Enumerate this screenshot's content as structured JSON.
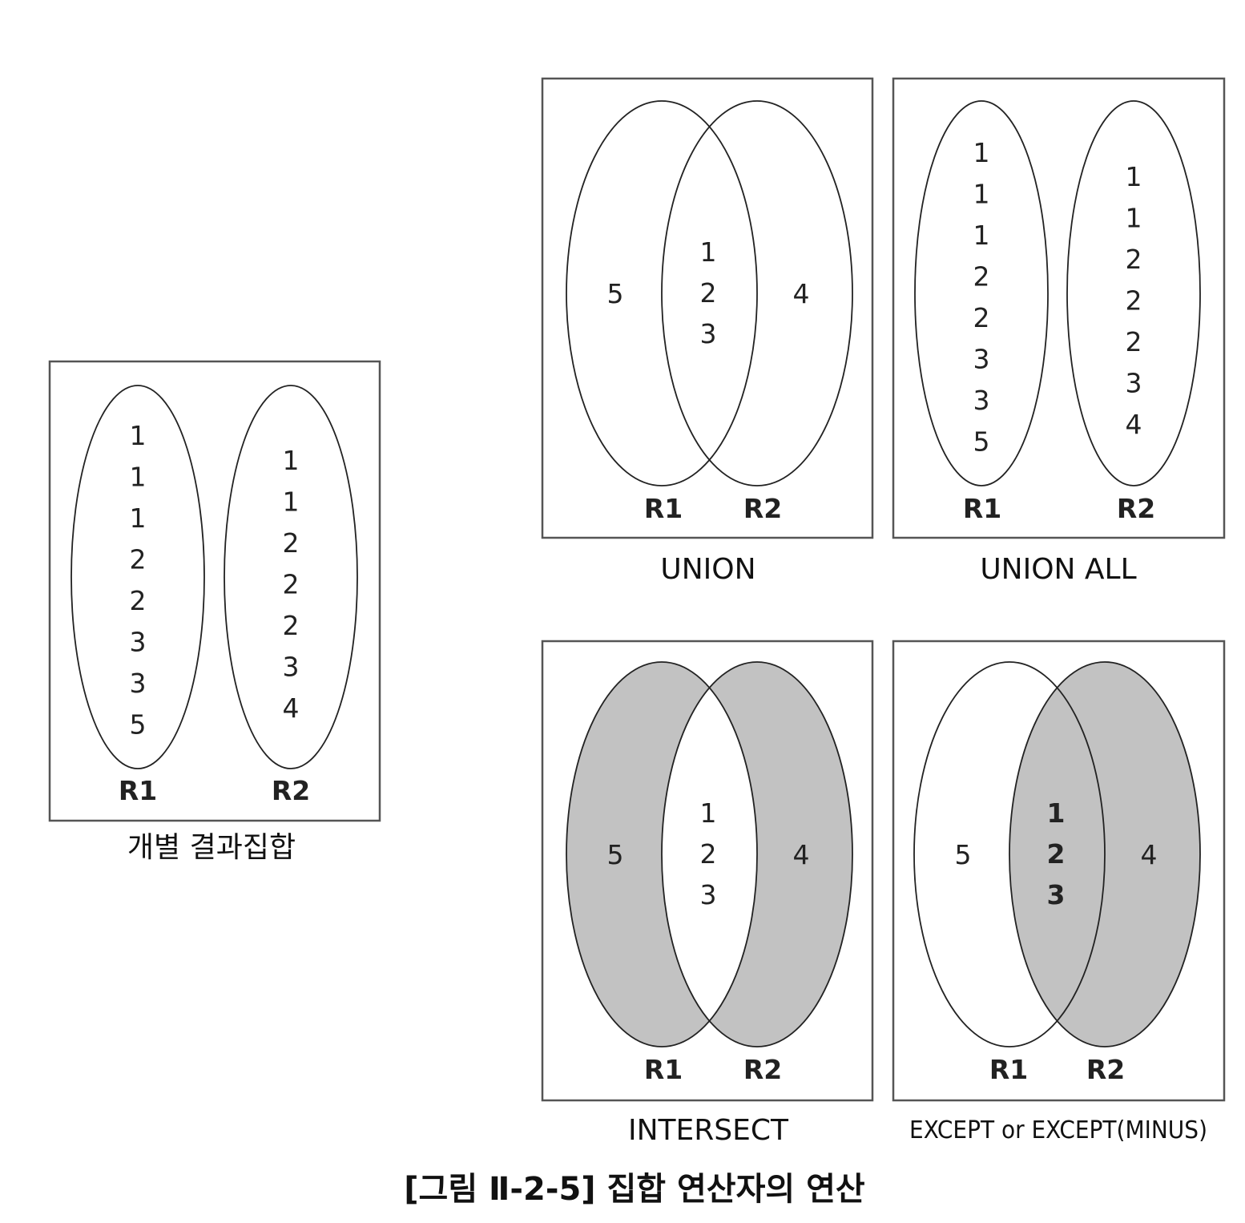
{
  "panels": {
    "individual": {
      "caption": "개별 결과집합",
      "r1_label": "R1",
      "r2_label": "R2",
      "r1_values": [
        "1",
        "1",
        "1",
        "2",
        "2",
        "3",
        "3",
        "5"
      ],
      "r2_values": [
        "1",
        "1",
        "2",
        "2",
        "2",
        "3",
        "4"
      ]
    },
    "union": {
      "caption": "UNION",
      "r1_label": "R1",
      "r2_label": "R2",
      "left_only": "5",
      "intersection": [
        "1",
        "2",
        "3"
      ],
      "right_only": "4"
    },
    "union_all": {
      "caption": "UNION ALL",
      "r1_label": "R1",
      "r2_label": "R2",
      "r1_values": [
        "1",
        "1",
        "1",
        "2",
        "2",
        "3",
        "3",
        "5"
      ],
      "r2_values": [
        "1",
        "1",
        "2",
        "2",
        "2",
        "3",
        "4"
      ]
    },
    "intersect": {
      "caption": "INTERSECT",
      "r1_label": "R1",
      "r2_label": "R2",
      "left_only": "5",
      "intersection": [
        "1",
        "2",
        "3"
      ],
      "right_only": "4",
      "shade_color": "#c2c2c2"
    },
    "except": {
      "caption": "EXCEPT or EXCEPT(MINUS)",
      "r1_label": "R1",
      "r2_label": "R2",
      "left_only": "5",
      "intersection": [
        "1",
        "2",
        "3"
      ],
      "right_only": "4",
      "shade_color": "#c2c2c2"
    }
  },
  "figure_title": "[그림 Ⅱ-2-5] 집합 연산자의 연산"
}
